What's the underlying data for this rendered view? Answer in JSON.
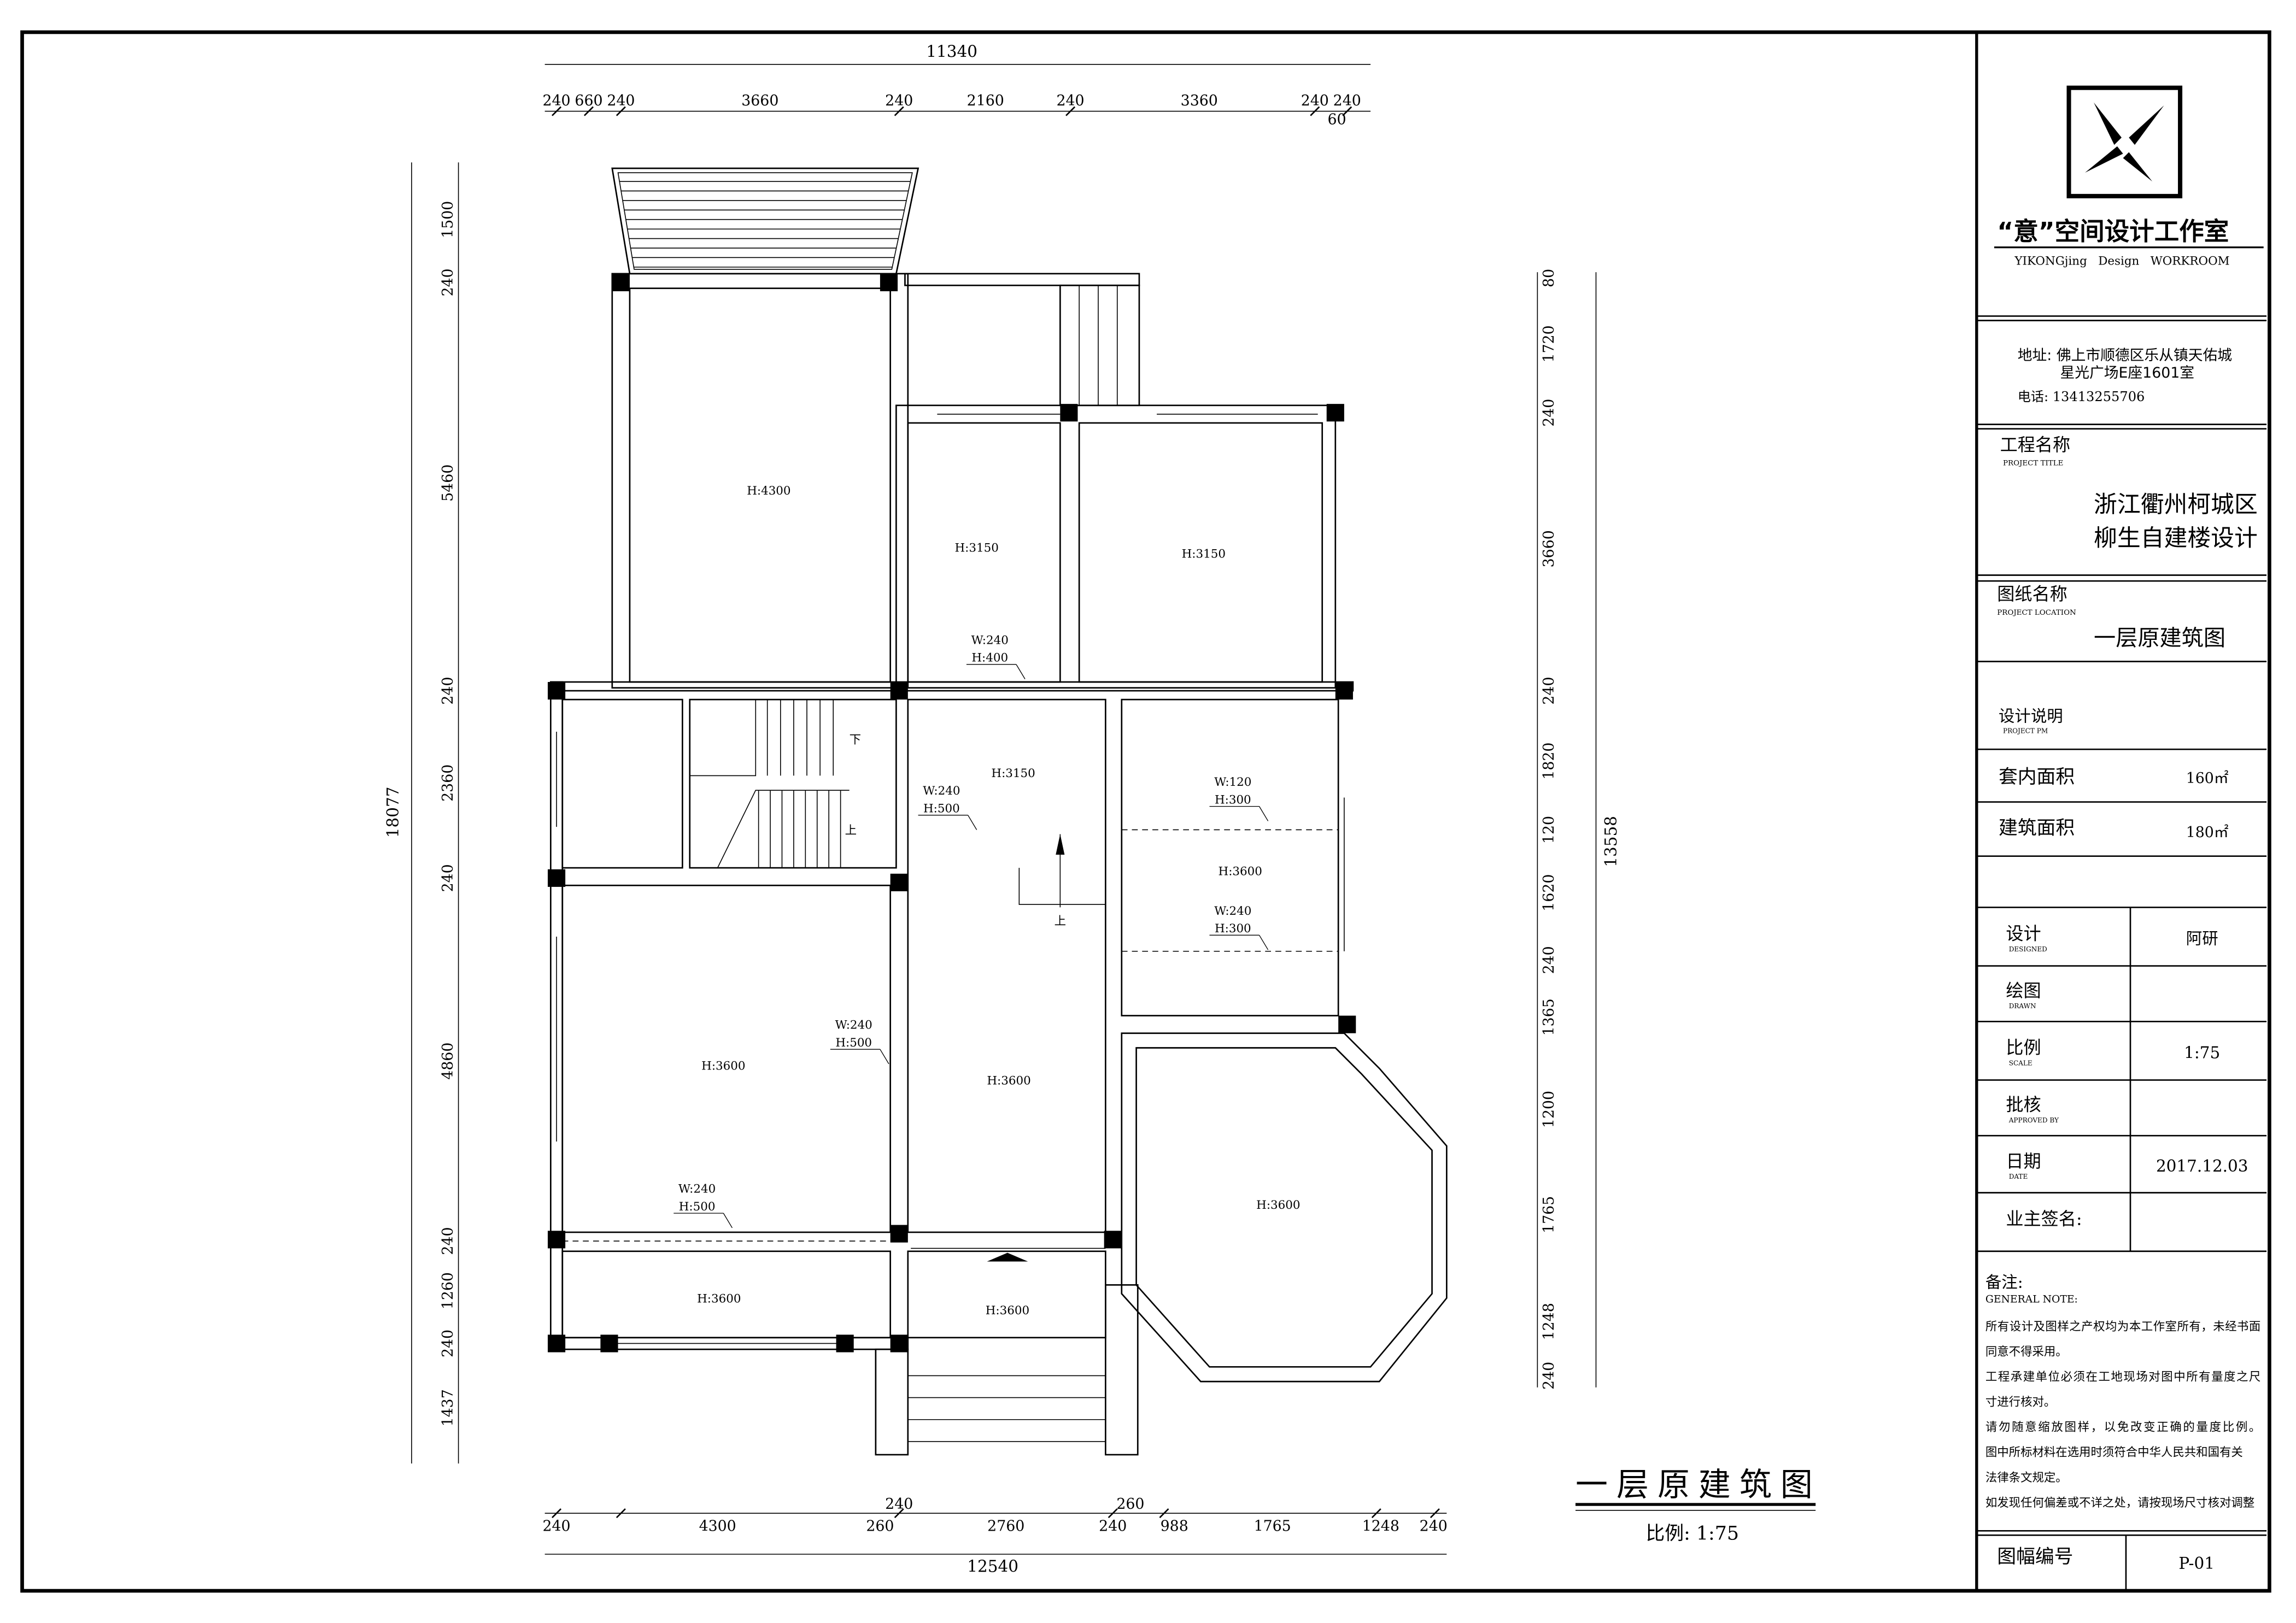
{
  "plan": {
    "overall_top": "11340",
    "overall_bottom": "12540",
    "overall_left": "18077",
    "overall_right": "13558",
    "dims_top": [
      "240",
      "660",
      "240",
      "3660",
      "240",
      "2160",
      "240",
      "3360",
      "240",
      "240",
      "60"
    ],
    "dims_bottom": [
      "240",
      "4300",
      "260",
      "240",
      "2760",
      "240",
      "260",
      "988",
      "1765",
      "1248",
      "240"
    ],
    "dims_left": [
      "1500",
      "240",
      "5460",
      "240",
      "2360",
      "240",
      "4860",
      "240",
      "1260",
      "240",
      "1437"
    ],
    "dims_right": [
      "80",
      "1720",
      "240",
      "3660",
      "240",
      "1820",
      "120",
      "1620",
      "240",
      "1365",
      "1200",
      "1765",
      "1248",
      "240"
    ],
    "rooms": [
      "H:4300",
      "H:3150",
      "H:3150",
      "H:3150",
      "H:3600",
      "H:3600",
      "H:3600",
      "H:3600",
      "H:3600",
      "H:3600"
    ],
    "openings": [
      {
        "w": "W:240",
        "h": "H:400"
      },
      {
        "w": "W:240",
        "h": "H:500"
      },
      {
        "w": "W:120",
        "h": "H:300"
      },
      {
        "w": "W:240",
        "h": "H:300"
      },
      {
        "w": "W:240",
        "h": "H:500"
      },
      {
        "w": "W:240",
        "h": "H:500"
      }
    ],
    "stair_labels": [
      "下",
      "上",
      "上"
    ],
    "drawing_title": "一层原建筑图",
    "scale_label": "比例: 1:75"
  },
  "title_block": {
    "studio_name": "“意”空间设计工作室",
    "studio_en": "YIKONGjing   Design   WORKROOM",
    "address_line1": "地址: 佛上市顺德区乐从镇天佑城",
    "address_line2": "星光广场E座1601室",
    "phone": "电话: 13413255706",
    "project_title_label": "工程名称",
    "project_title_en": "PROJECT TITLE",
    "project_name_line1": "浙江衢州柯城区",
    "project_name_line2": "柳生自建楼设计",
    "drawing_name_label": "图纸名称",
    "drawing_name_en": "PROJECT LOCATION",
    "drawing_name": "一层原建筑图",
    "design_notes_label": "设计说明",
    "design_notes_en": "PROJECT PM",
    "inner_area_label": "套内面积",
    "inner_area": "160㎡",
    "build_area_label": "建筑面积",
    "build_area": "180㎡",
    "rows": [
      {
        "label": "设计",
        "en": "DESIGNED",
        "value": "阿研"
      },
      {
        "label": "绘图",
        "en": "DRAWN",
        "value": ""
      },
      {
        "label": "比例",
        "en": "SCALE",
        "value": "1:75"
      },
      {
        "label": "批核",
        "en": "APPROVED BY",
        "value": ""
      },
      {
        "label": "日期",
        "en": "DATE",
        "value": "2017.12.03"
      },
      {
        "label": "业主签名:",
        "en": "",
        "value": ""
      }
    ],
    "notes_label": "备注:",
    "notes_en": "GENERAL NOTE:",
    "notes": [
      "所有设计及图样之产权均为本工作室所有，未经书面",
      "同意不得采用。",
      "工程承建单位必须在工地现场对图中所有量度之尺",
      "寸进行核对。",
      "请勿随意缩放图样，以免改变正确的量度比例。",
      "图中所标材料在选用时须符合中华人民共和国有关",
      "法律条文规定。",
      "如发现任何偏差或不详之处，请按现场尺寸核对调整"
    ],
    "sheet_no_label": "图幅编号",
    "sheet_no": "P-01"
  }
}
